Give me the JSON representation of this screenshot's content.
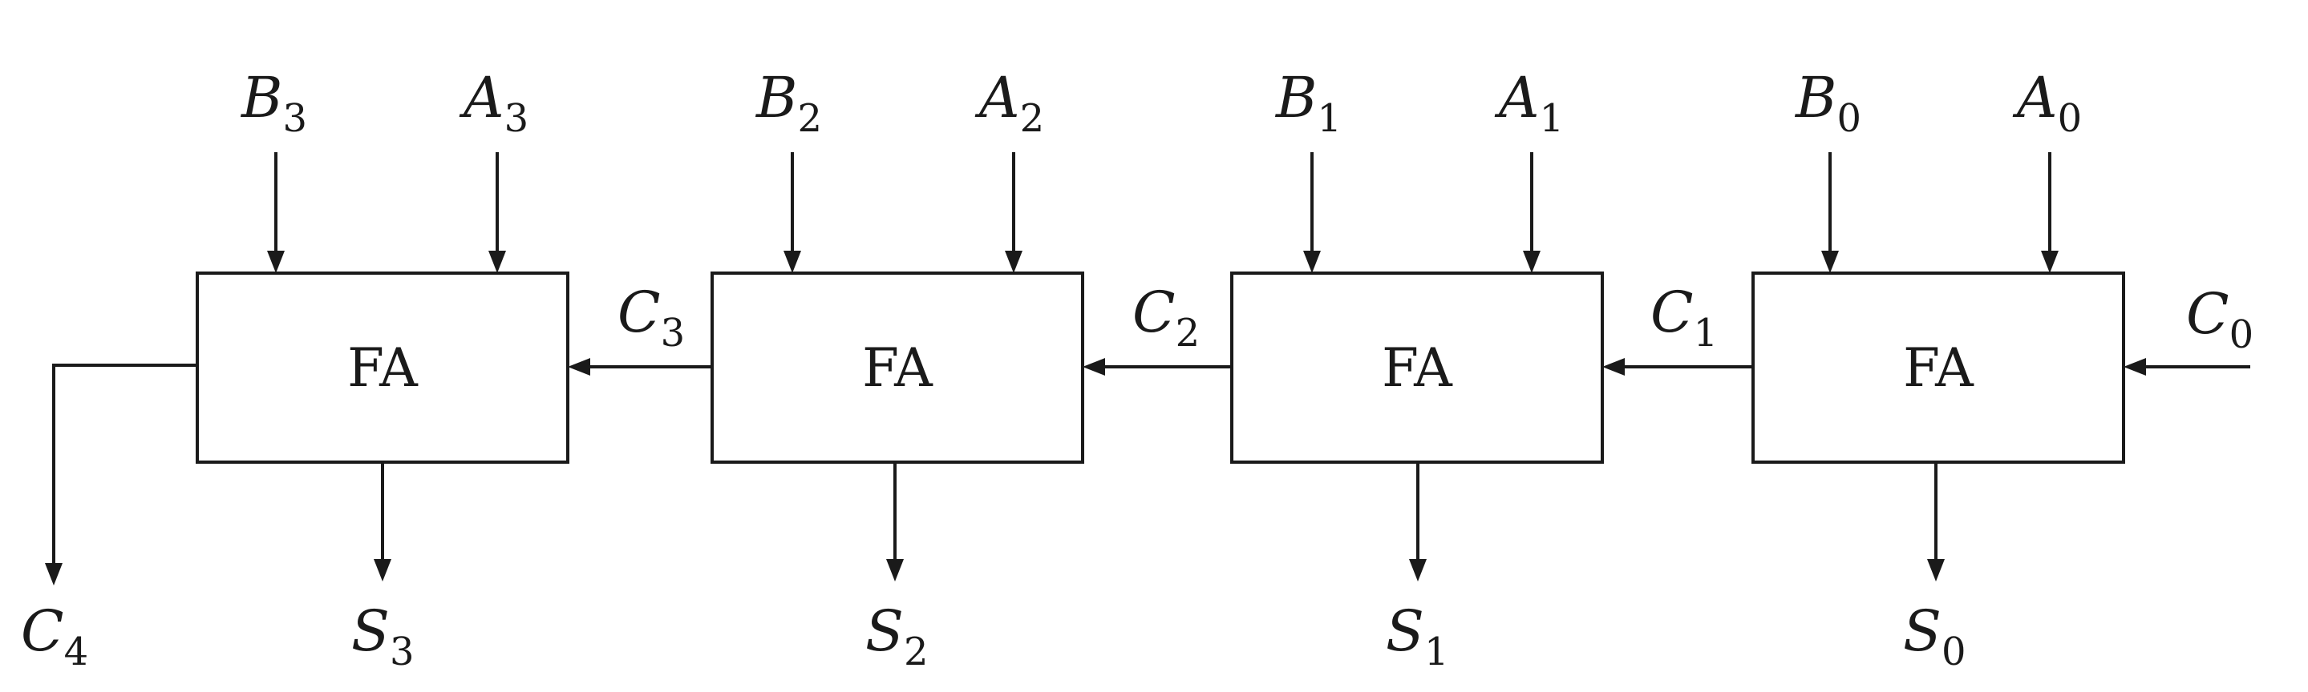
{
  "diagram": {
    "stages": [
      {
        "block_label": "FA",
        "input_b": {
          "base": "B",
          "sub": "3"
        },
        "input_a": {
          "base": "A",
          "sub": "3"
        },
        "sum": {
          "base": "S",
          "sub": "3"
        }
      },
      {
        "block_label": "FA",
        "input_b": {
          "base": "B",
          "sub": "2"
        },
        "input_a": {
          "base": "A",
          "sub": "2"
        },
        "sum": {
          "base": "S",
          "sub": "2"
        }
      },
      {
        "block_label": "FA",
        "input_b": {
          "base": "B",
          "sub": "1"
        },
        "input_a": {
          "base": "A",
          "sub": "1"
        },
        "sum": {
          "base": "S",
          "sub": "1"
        }
      },
      {
        "block_label": "FA",
        "input_b": {
          "base": "B",
          "sub": "0"
        },
        "input_a": {
          "base": "A",
          "sub": "0"
        },
        "sum": {
          "base": "S",
          "sub": "0"
        }
      }
    ],
    "carries": [
      {
        "base": "C",
        "sub": "3"
      },
      {
        "base": "C",
        "sub": "2"
      },
      {
        "base": "C",
        "sub": "1"
      }
    ],
    "carry_in": {
      "base": "C",
      "sub": "0"
    },
    "carry_out": {
      "base": "C",
      "sub": "4"
    }
  }
}
